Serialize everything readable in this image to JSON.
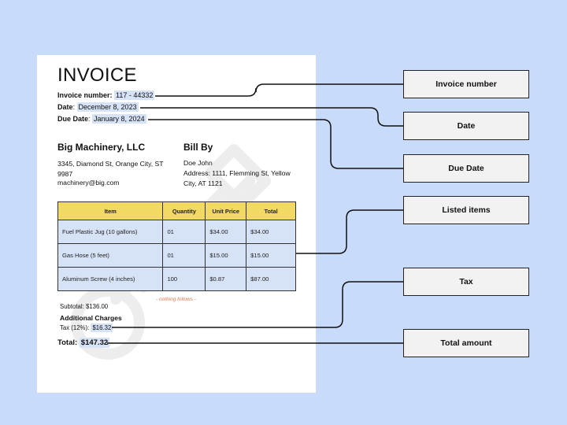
{
  "invoice": {
    "title": "INVOICE",
    "number_label": "Invoice number:",
    "number_value": "117 - 44332",
    "date_label": "Date",
    "date_value": "December 8, 2023",
    "due_label": "Due Date",
    "due_value": "January 8, 2024"
  },
  "from": {
    "name": "Big Machinery, LLC",
    "address": "3345, Diamond St, Orange City, ST 9987",
    "email": "machinery@big.com"
  },
  "bill_to": {
    "title": "Bill By",
    "name": "Doe John",
    "address": "Address: 1111, Flemming St, Yellow City, AT 1121"
  },
  "table": {
    "headers": [
      "Item",
      "Quantity",
      "Unit Price",
      "Total"
    ],
    "rows": [
      [
        "Fuel Plastic Jug (10 gallons)",
        "01",
        "$34.00",
        "$34.00"
      ],
      [
        "Gas Hose (5 feet)",
        "01",
        "$15.00",
        "$15.00"
      ],
      [
        "Aluminum Screw (4 inches)",
        "100",
        "$0.87",
        "$87.00"
      ]
    ]
  },
  "summary": {
    "nothing_follows": "- nothing follows -",
    "subtotal": "Subtotal: $136.00",
    "additional_charges": "Additional Charges",
    "tax_label": "Tax (12%):",
    "tax_value": "$16.32",
    "total_label": "Total:",
    "total_value": "$147.32"
  },
  "callouts": {
    "invoice_number": "Invoice number",
    "date": "Date",
    "due_date": "Due Date",
    "listed_items": "Listed items",
    "tax": "Tax",
    "total_amount": "Total amount"
  },
  "colors": {
    "background": "#c9dbfb",
    "highlight": "#d6e2f6",
    "table_header": "#f2d964",
    "callout_box": "#f2f2f2",
    "nothing_follows": "#e4774c"
  }
}
